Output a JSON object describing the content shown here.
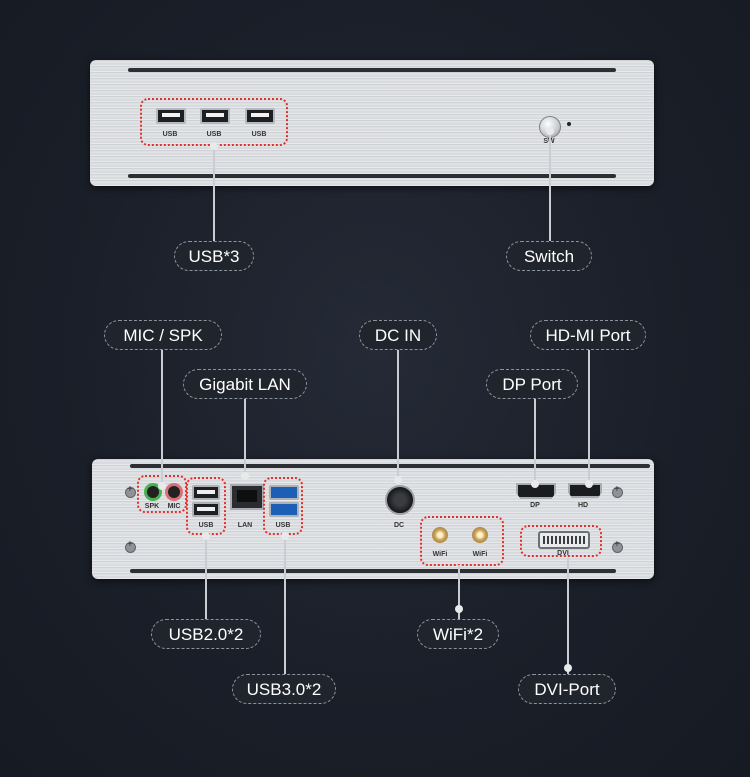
{
  "front_panel": {
    "port_labels": [
      "USB",
      "USB",
      "USB"
    ],
    "switch_label": "SW"
  },
  "rear_panel": {
    "audio_labels": [
      "SPK",
      "MIC"
    ],
    "usb2_label": "USB",
    "lan_label": "LAN",
    "usb3_label": "USB",
    "dc_label": "DC",
    "wifi_labels": [
      "WiFi",
      "WiFi"
    ],
    "dp_label": "DP",
    "hd_label": "HD",
    "dvi_label": "DVI"
  },
  "callouts": {
    "usb3": "USB*3",
    "switch": "Switch",
    "mic_spk": "MIC / SPK",
    "gigabit_lan": "Gigabit LAN",
    "dc_in": "DC IN",
    "hdmi_port": "HD-MI Port",
    "dp_port": "DP Port",
    "usb20": "USB2.0*2",
    "wifi": "WiFi*2",
    "usb30": "USB3.0*2",
    "dvi_port": "DVI-Port"
  },
  "colors": {
    "background": "#1a1e27",
    "highlight": "#e2312b",
    "usb3_blue": "#1d5fb5",
    "antenna_gold": "#c9a25a"
  }
}
